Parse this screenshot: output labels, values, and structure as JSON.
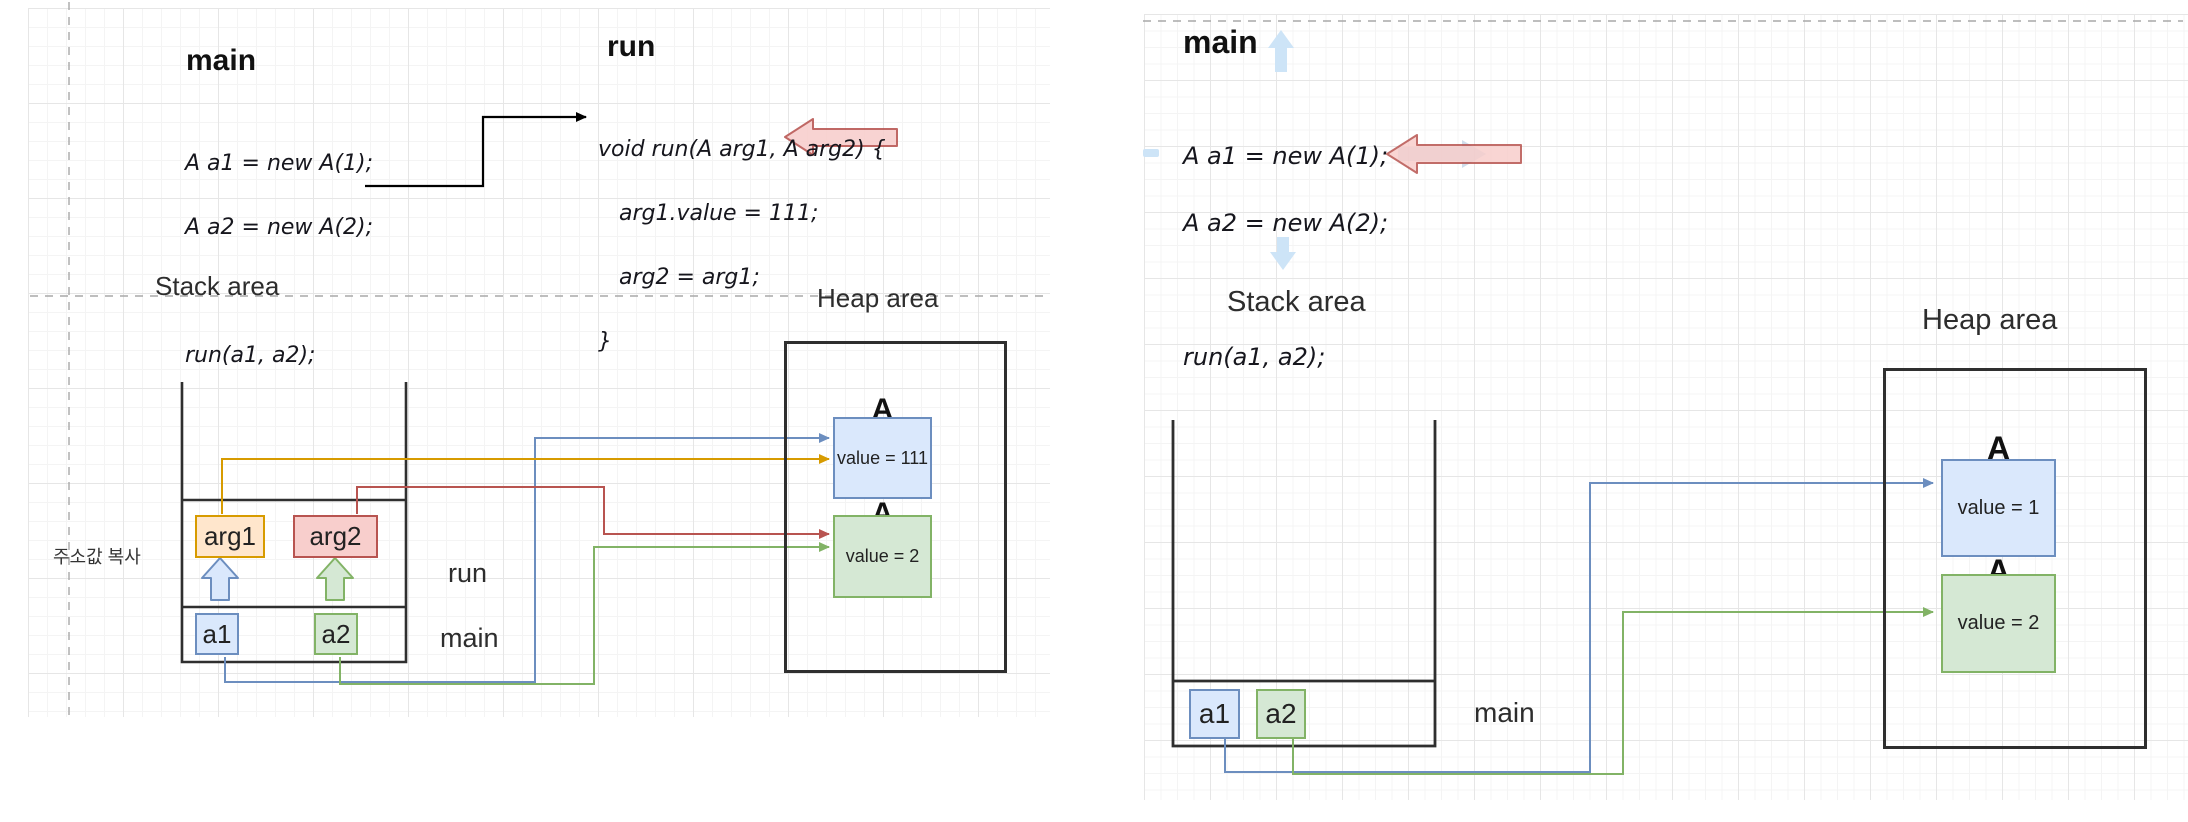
{
  "palette": {
    "blue_fill": "#dae8fc",
    "blue_stroke": "#6c8ebf",
    "green_fill": "#d5e8d4",
    "green_stroke": "#82b366",
    "orange_fill": "#ffe6cc",
    "orange_stroke": "#d79b00",
    "red_fill": "#f8cecc",
    "red_stroke": "#b85450",
    "light_blue_arrow": "#cde4f7",
    "outline_black": "#2f2f2f"
  },
  "left": {
    "heading_main": "main",
    "heading_run": "run",
    "code_main": [
      "A a1 = new A(1);",
      "A a2 = new A(2);",
      "",
      "run(a1, a2);"
    ],
    "code_run": [
      "void run(A arg1, A arg2) {",
      "   arg1.value = 111;",
      "   arg2 = arg1;",
      "}"
    ],
    "label_stack_area": "Stack area",
    "label_heap_area": "Heap area",
    "label_frame_run": "run",
    "label_frame_main": "main",
    "note_korean": "주소값 복사",
    "var_arg1": "arg1",
    "var_arg2": "arg2",
    "var_a1": "a1",
    "var_a2": "a2",
    "heap": [
      {
        "name": "A",
        "value": "value = 111"
      },
      {
        "name": "A",
        "value": "value = 2"
      }
    ]
  },
  "right": {
    "heading_main": "main",
    "code_main": [
      "A a1 = new A(1);",
      "A a2 = new A(2);",
      "",
      "run(a1, a2);"
    ],
    "label_stack_area": "Stack area",
    "label_heap_area": "Heap area",
    "label_frame_main": "main",
    "var_a1": "a1",
    "var_a2": "a2",
    "heap": [
      {
        "name": "A",
        "value": "value = 1"
      },
      {
        "name": "A",
        "value": "value = 2"
      }
    ]
  }
}
